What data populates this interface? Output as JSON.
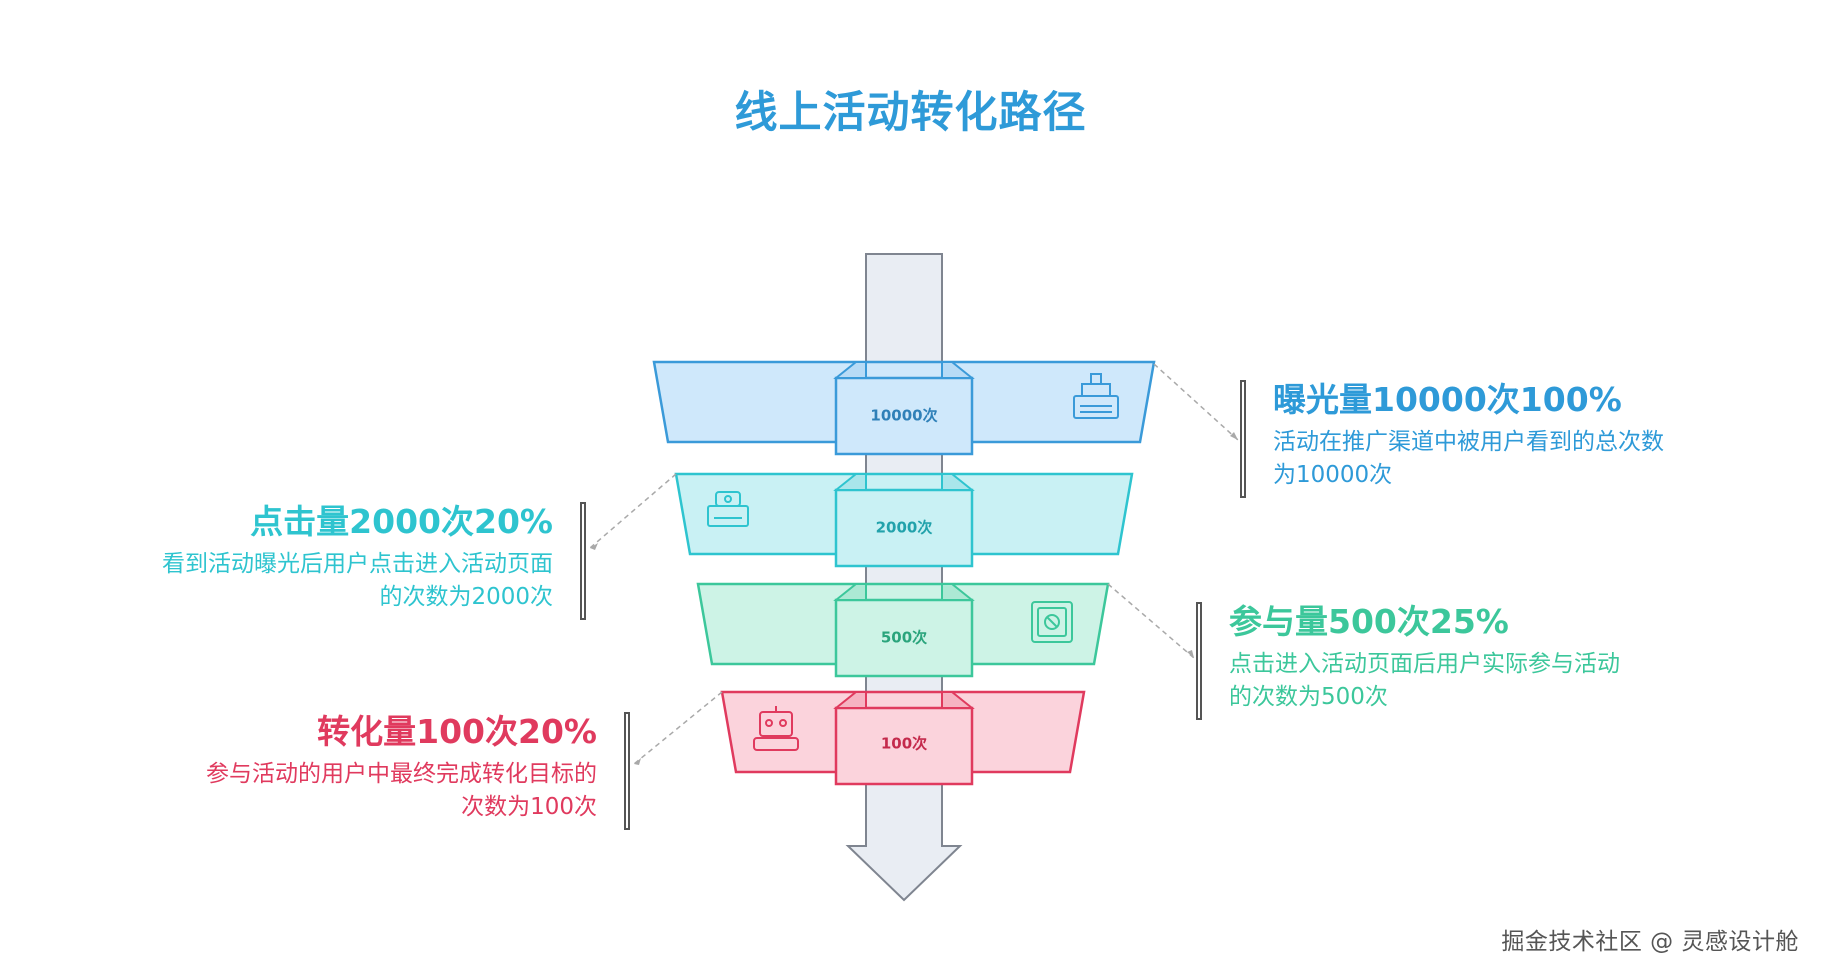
{
  "title": "线上活动转化路径",
  "layers": [
    {
      "count_label": "10000次",
      "heading": "曝光量10000次100%",
      "description_line1": "活动在推广渠道中被用户看到的总次数",
      "description_line2": "为10000次",
      "icon": "cash-register-icon",
      "side": "right",
      "color": "#3a9ad9",
      "fill": "#cfe8fb"
    },
    {
      "count_label": "2000次",
      "heading": "点击量2000次20%",
      "description_line1": "看到活动曝光后用户点击进入活动页面",
      "description_line2": "的次数为2000次",
      "icon": "slot-machine-icon",
      "side": "left",
      "color": "#2ec4cf",
      "fill": "#c9f1f4"
    },
    {
      "count_label": "500次",
      "heading": "参与量500次25%",
      "description_line1": "点击进入活动页面后用户实际参与活动",
      "description_line2": "的次数为500次",
      "icon": "safe-icon",
      "side": "right",
      "color": "#3cc79b",
      "fill": "#cdf3e6"
    },
    {
      "count_label": "100次",
      "heading": "转化量100次20%",
      "description_line1": "参与活动的用户中最终完成转化目标的",
      "description_line2": "次数为100次",
      "icon": "robot-icon",
      "side": "left",
      "color": "#e03a5e",
      "fill": "#fbd3dc"
    }
  ],
  "footer": "掘金技术社区 @ 灵感设计舱"
}
